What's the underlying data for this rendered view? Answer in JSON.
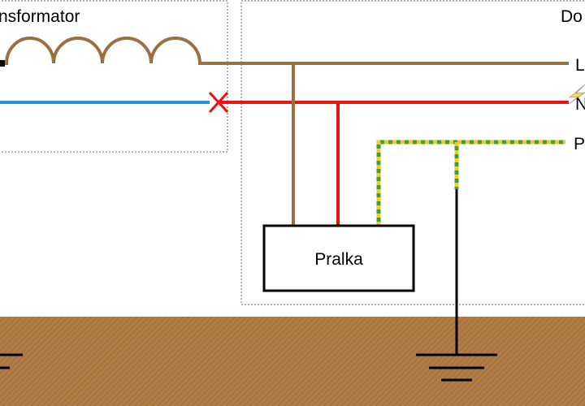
{
  "labels": {
    "transformer_box": "nsformator",
    "house_box": "Do",
    "line_l": "L",
    "line_n": "N",
    "line_pe": "P",
    "appliance": "Pralka"
  },
  "colors": {
    "phase_wire": "#9a7040",
    "neutral_wire_house": "#ee1111",
    "neutral_wire_transformer": "#2a8de0",
    "pe_wire_green": "#4f9a2a",
    "pe_wire_yellow": "#f2cb1d",
    "break_mark": "#ee1111",
    "ground_fill": "#b07d47",
    "earth_conductor": "#000000",
    "fault_bolt": "#f4e33a"
  },
  "icons": {
    "break": "x-break-icon",
    "ground": "ground-symbol-icon",
    "fault": "lightning-bolt-icon"
  }
}
